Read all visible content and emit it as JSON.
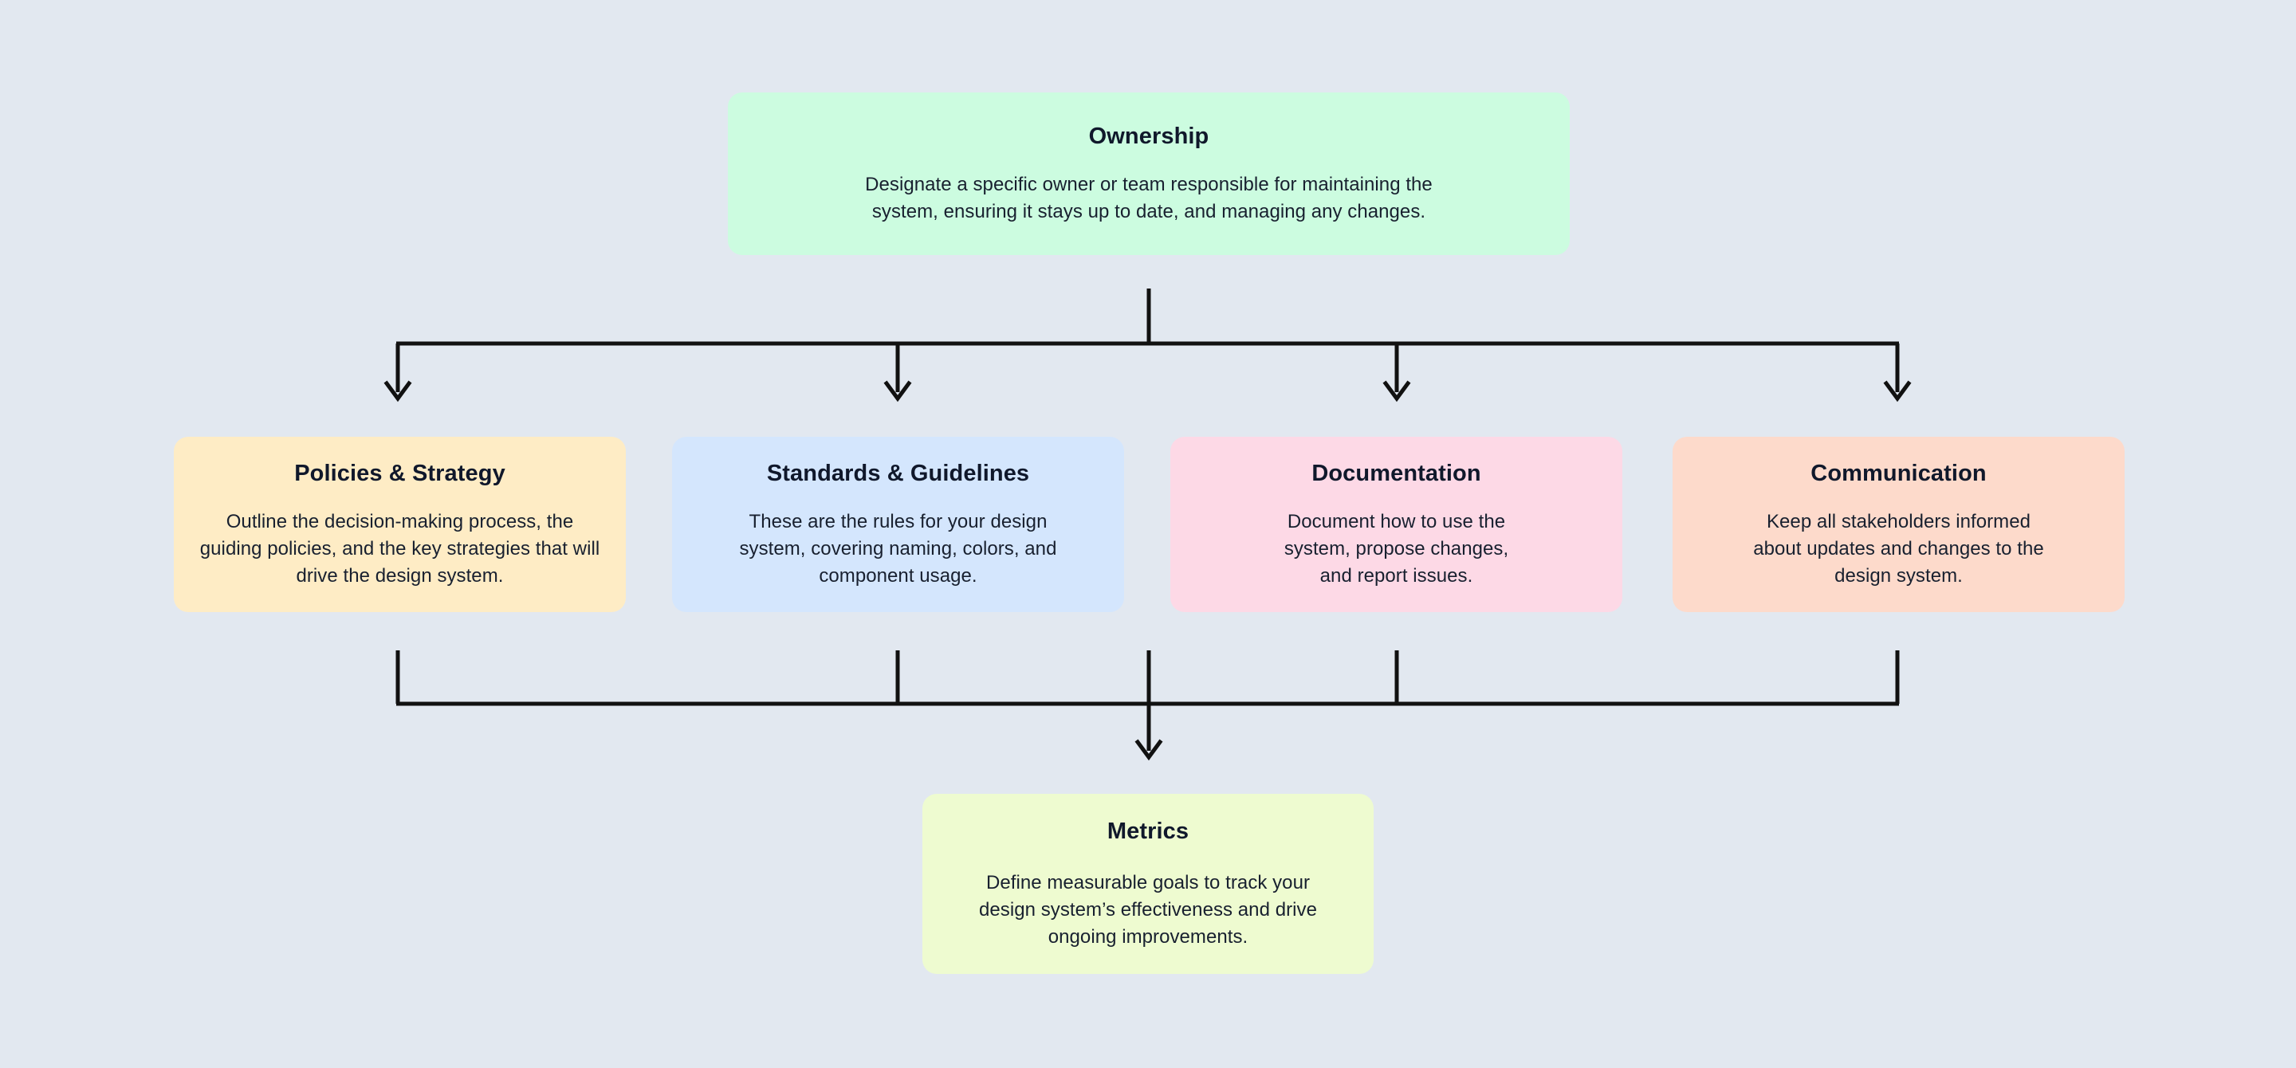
{
  "diagram": {
    "background_color": "#e2e8f0",
    "connector_color": "#111111",
    "title_color": "#10182b",
    "text_color": "#18202f"
  },
  "nodes": {
    "ownership": {
      "title": "Ownership",
      "description": "Designate a specific owner or team responsible for maintaining the\nsystem, ensuring it stays up to date, and managing any changes.",
      "color": "#ccfce0"
    },
    "policies": {
      "title": "Policies & Strategy",
      "description": "Outline the decision-making process, the\nguiding policies, and the key strategies that will\ndrive the design system.",
      "color": "#feecc5"
    },
    "standards": {
      "title": "Standards & Guidelines",
      "description": "These are the rules for your design\nsystem, covering naming, colors, and\ncomponent usage.",
      "color": "#d4e6fd"
    },
    "documentation": {
      "title": "Documentation",
      "description": "Document how to use the\nsystem, propose changes,\nand report issues.",
      "color": "#fdd9e6"
    },
    "communication": {
      "title": "Communication",
      "description": "Keep all stakeholders informed\nabout updates and changes to the\ndesign system.",
      "color": "#fddacb"
    },
    "metrics": {
      "title": "Metrics",
      "description": "Define measurable goals to track your\ndesign system’s effectiveness and drive\nongoing improvements.",
      "color": "#eefbd0"
    }
  },
  "edges": [
    {
      "name": "ownership-to-policies",
      "from": "ownership",
      "to": "policies"
    },
    {
      "name": "ownership-to-standards",
      "from": "ownership",
      "to": "standards"
    },
    {
      "name": "ownership-to-documentation",
      "from": "ownership",
      "to": "documentation"
    },
    {
      "name": "ownership-to-communication",
      "from": "ownership",
      "to": "communication"
    },
    {
      "name": "policies-to-metrics",
      "from": "policies",
      "to": "metrics"
    },
    {
      "name": "standards-to-metrics",
      "from": "standards",
      "to": "metrics"
    },
    {
      "name": "documentation-to-metrics",
      "from": "documentation",
      "to": "metrics"
    },
    {
      "name": "communication-to-metrics",
      "from": "communication",
      "to": "metrics"
    }
  ]
}
